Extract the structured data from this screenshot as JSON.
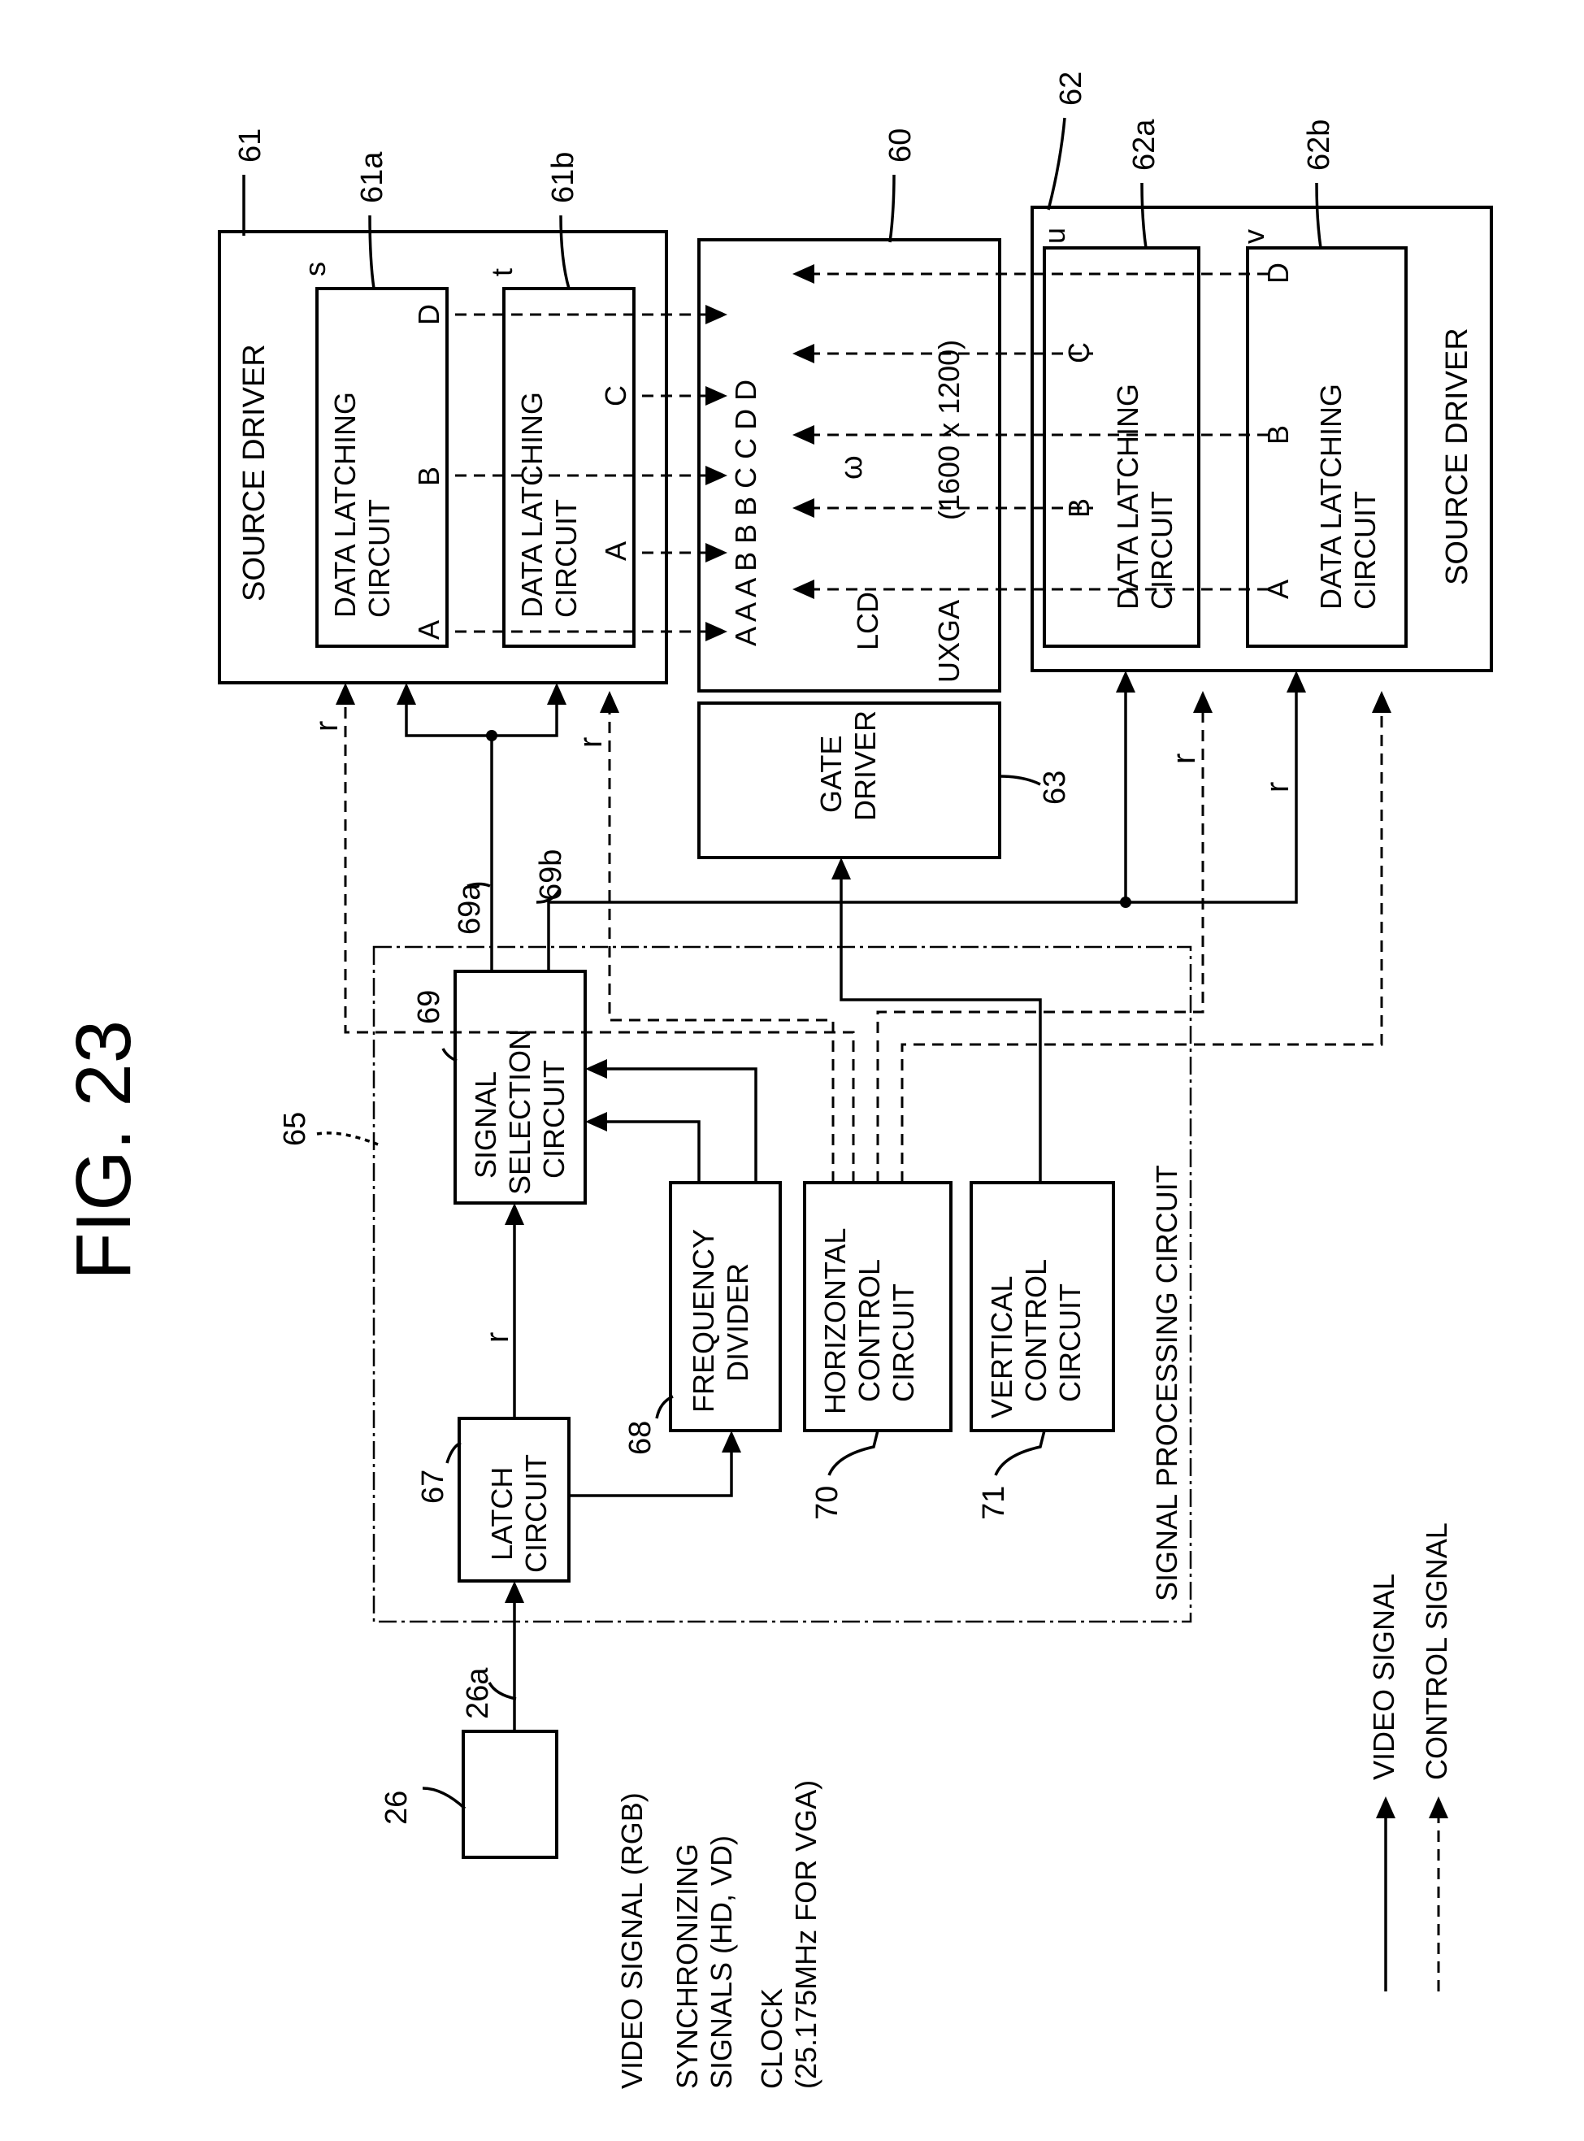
{
  "figure": {
    "title": "FIG. 23"
  },
  "refs": {
    "r26": "26",
    "r26a": "26a",
    "r65": "65",
    "r67": "67",
    "r68": "68",
    "r69": "69",
    "r69a": "69a",
    "r69b": "69b",
    "r70": "70",
    "r71": "71",
    "r60": "60",
    "r61": "61",
    "r61a": "61a",
    "r61b": "61b",
    "r62": "62",
    "r62a": "62a",
    "r62b": "62b",
    "r63": "63"
  },
  "inputs": {
    "video": "VIDEO SIGNAL (RGB)",
    "sync1": "SYNCHRONIZING",
    "sync2": "SIGNALS (HD, VD)",
    "clock1": "CLOCK",
    "clock2": "(25.175MHz FOR VGA)"
  },
  "blocks": {
    "latch": [
      "LATCH",
      "CIRCUIT"
    ],
    "freq": [
      "FREQUENCY",
      "DIVIDER"
    ],
    "hctrl": [
      "HORIZONTAL",
      "CONTROL",
      "CIRCUIT"
    ],
    "vctrl": [
      "VERTICAL",
      "CONTROL",
      "CIRCUIT"
    ],
    "sel": [
      "SIGNAL",
      "SELECTION",
      "CIRCUIT"
    ],
    "proc": "SIGNAL PROCESSING CIRCUIT",
    "gate": [
      "GATE",
      "DRIVER"
    ],
    "src_label": "SOURCE DRIVER",
    "dlc": [
      "DATA LATCHING",
      "CIRCUIT"
    ]
  },
  "letters": {
    "r": "r",
    "s": "s",
    "t": "t",
    "u": "u",
    "v": "v",
    "A": "A",
    "B": "B",
    "C": "C",
    "D": "D",
    "w": "ω"
  },
  "lcd": {
    "columns": "A A A B B B C C D D",
    "lcd": "LCD",
    "uxga": "UXGA",
    "res": "(1600 x 1200)"
  },
  "legend": {
    "video": "VIDEO SIGNAL",
    "control": "CONTROL SIGNAL"
  }
}
